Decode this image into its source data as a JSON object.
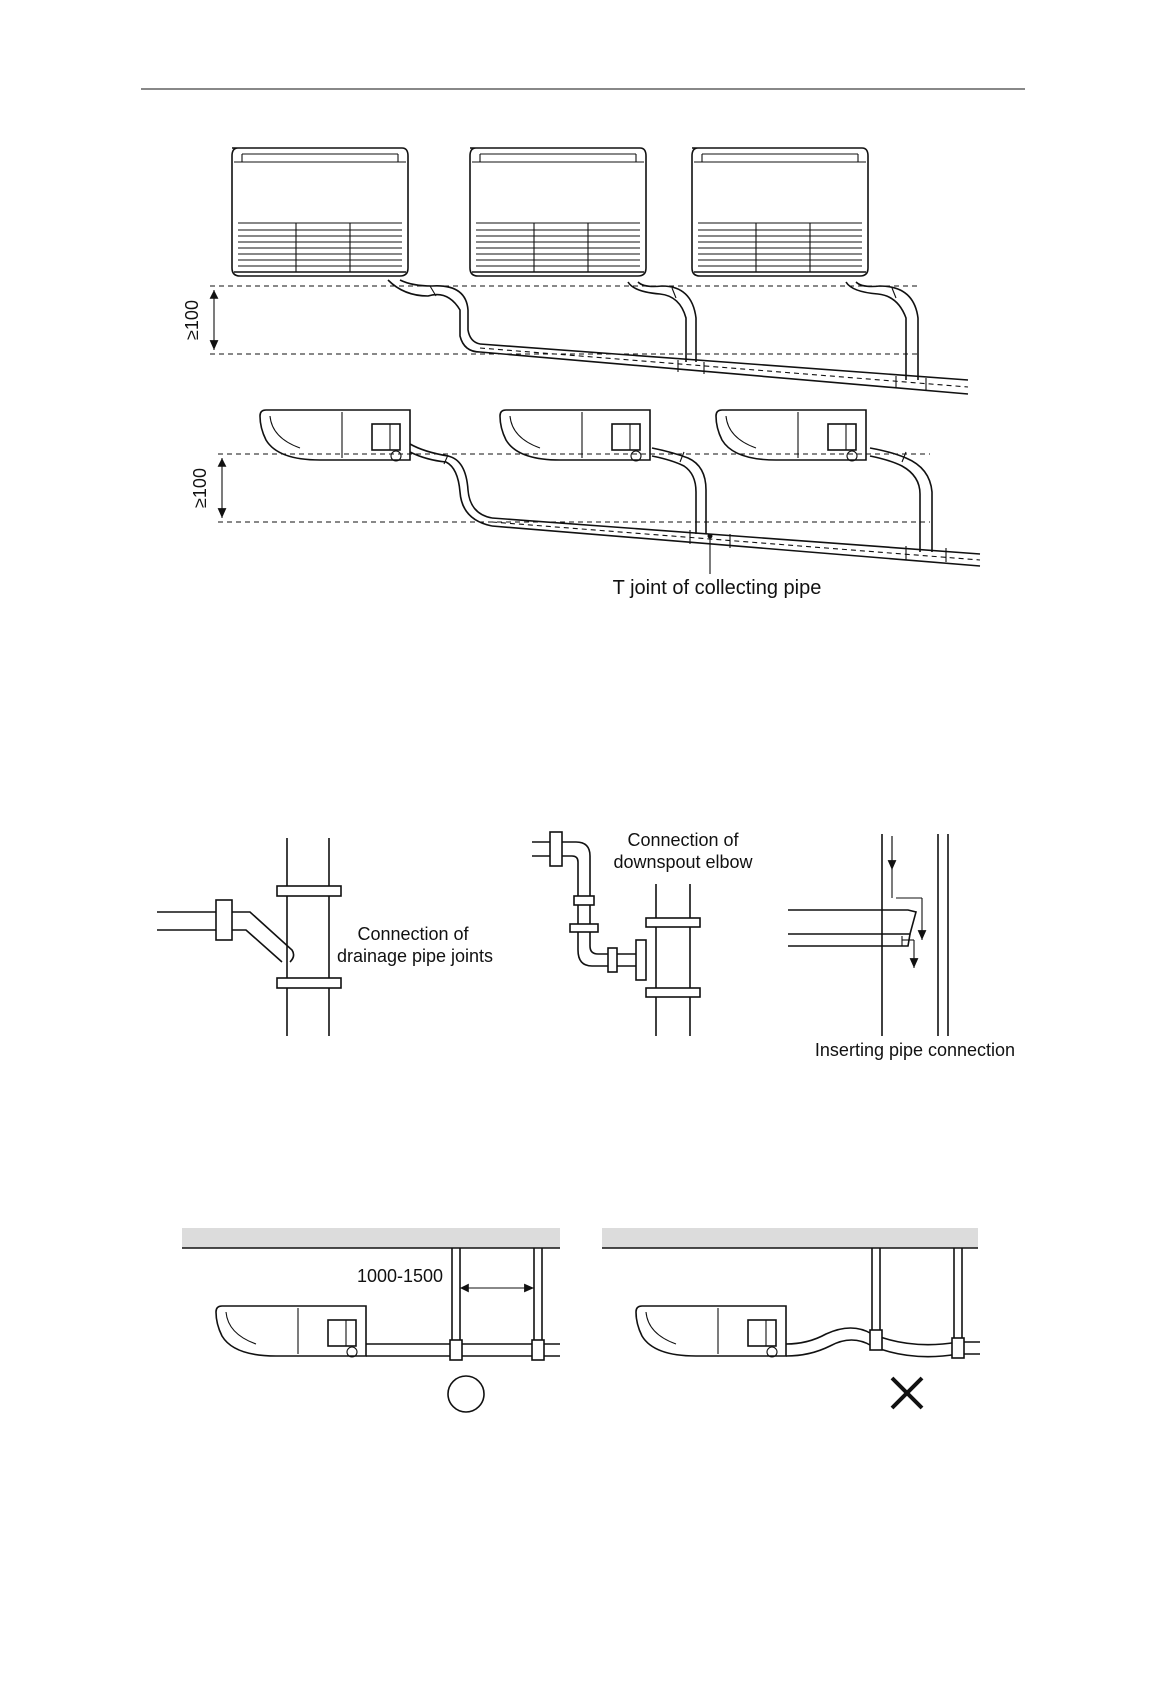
{
  "diagram": {
    "labels": {
      "clearance_top": "≥100",
      "clearance_bottom": "≥100",
      "t_joint": "T joint of collecting pipe",
      "joint_connection_line1": "Connection of",
      "joint_connection_line2": "drainage pipe joints",
      "elbow_connection_line1": "Connection of",
      "elbow_connection_line2": "downspout elbow",
      "inserting_connection": "Inserting pipe connection",
      "support_spacing": "1000-1500"
    }
  }
}
